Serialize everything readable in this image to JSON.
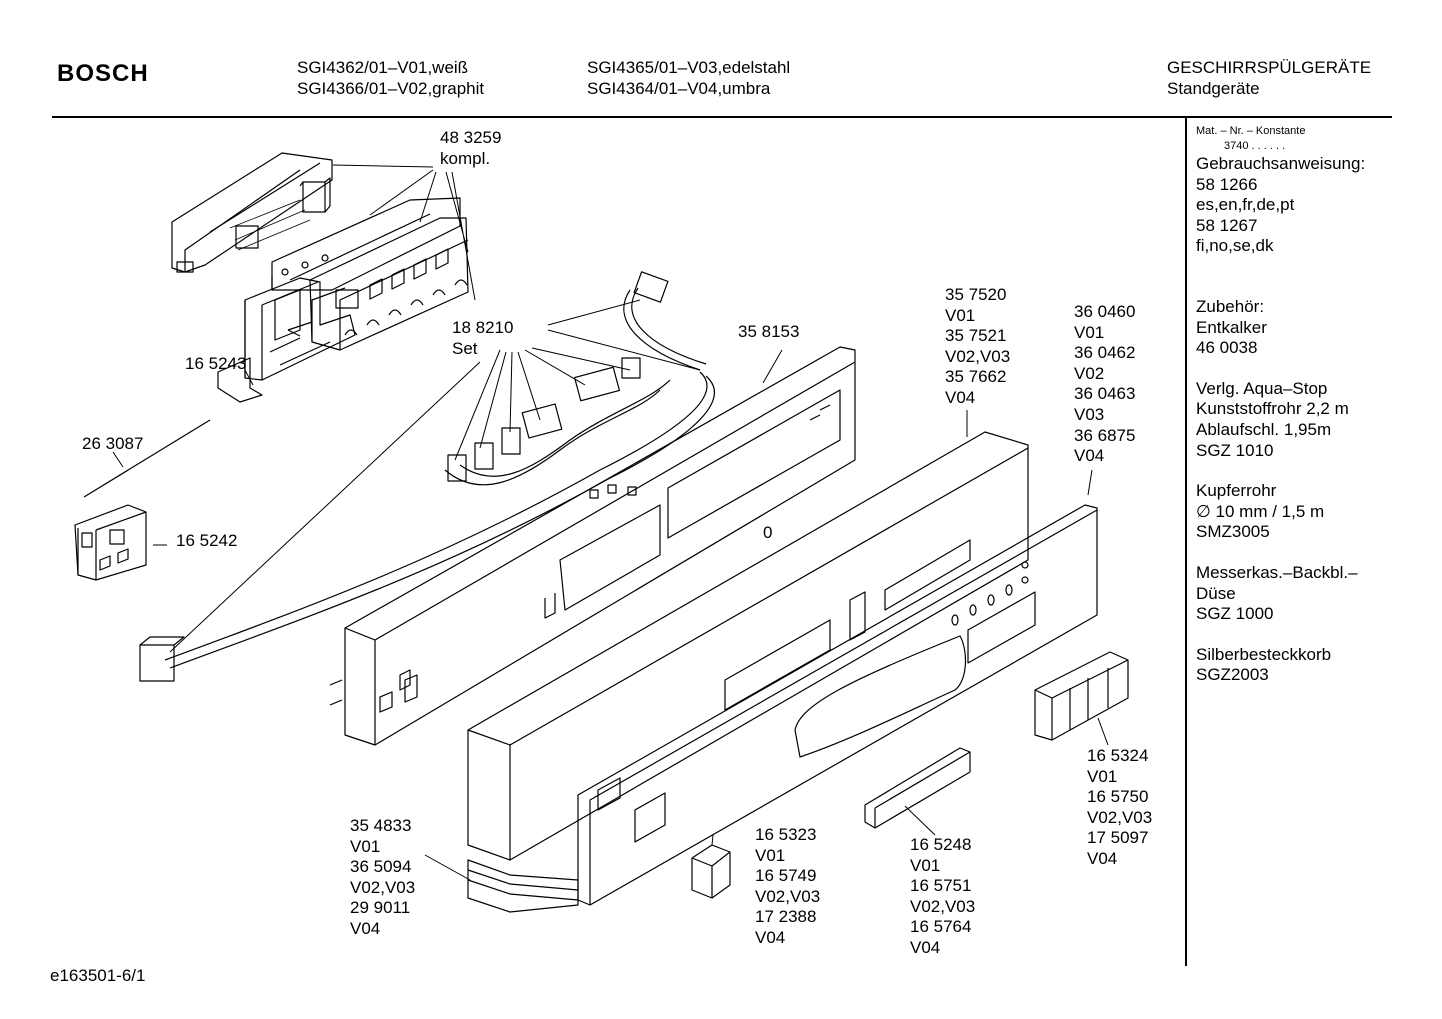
{
  "header": {
    "brand": "BOSCH",
    "models_col1": [
      "SGI4362/01–V01,weiß",
      "SGI4366/01–V02,graphit"
    ],
    "models_col2": [
      "SGI4365/01–V03,edelstahl",
      "SGI4364/01–V04,umbra"
    ],
    "category": [
      "GESCHIRRSPÜLGERÄTE",
      "Standgeräte"
    ]
  },
  "sidebar": {
    "mat_title": "Mat. – Nr. – Konstante",
    "mat_value": "3740 .  .   .  .  .  .",
    "lines": [
      "Gebrauchsanweisung:",
      "58 1266",
      "es,en,fr,de,pt",
      "58 1267",
      "fi,no,se,dk",
      "",
      "",
      "Zubehör:",
      "Entkalker",
      "46 0038",
      "",
      "Verlg. Aqua–Stop",
      "Kunststoffrohr 2,2 m",
      "Ablaufschl. 1,95m",
      "SGZ 1010",
      "",
      "Kupferrohr",
      "∅ 10 mm / 1,5 m",
      "SMZ3005",
      "",
      "Messerkas.–Backbl.–",
      "Düse",
      "SGZ 1000",
      "",
      "Silberbesteckkorb",
      "SGZ2003"
    ]
  },
  "parts": {
    "p483259": [
      "48 3259",
      "kompl."
    ],
    "p188210": [
      "18 8210",
      "Set"
    ],
    "p165243": [
      "16 5243"
    ],
    "p263087": [
      "26 3087"
    ],
    "p165242": [
      "16 5242"
    ],
    "p358153": [
      "35 8153"
    ],
    "p357520": [
      "35 7520",
      "V01",
      "35 7521",
      "V02,V03",
      "35 7662",
      "V04"
    ],
    "p360460": [
      "36 0460",
      "V01",
      "36 0462",
      "V02",
      "36 0463",
      "V03",
      "36 6875",
      "V04"
    ],
    "p165324": [
      "16 5324",
      "V01",
      "16 5750",
      "V02,V03",
      "17 5097",
      "V04"
    ],
    "p354833": [
      "35 4833",
      "V01",
      "36 5094",
      "V02,V03",
      "29 9011",
      "V04"
    ],
    "p165323": [
      "16 5323",
      "V01",
      "16 5749",
      "V02,V03",
      "17 2388",
      "V04"
    ],
    "p165248": [
      "16 5248",
      "V01",
      "16 5751",
      "V02,V03",
      "16 5764",
      "V04"
    ],
    "zero_mark": "0"
  },
  "footer": {
    "code": "e163501-6/1"
  }
}
